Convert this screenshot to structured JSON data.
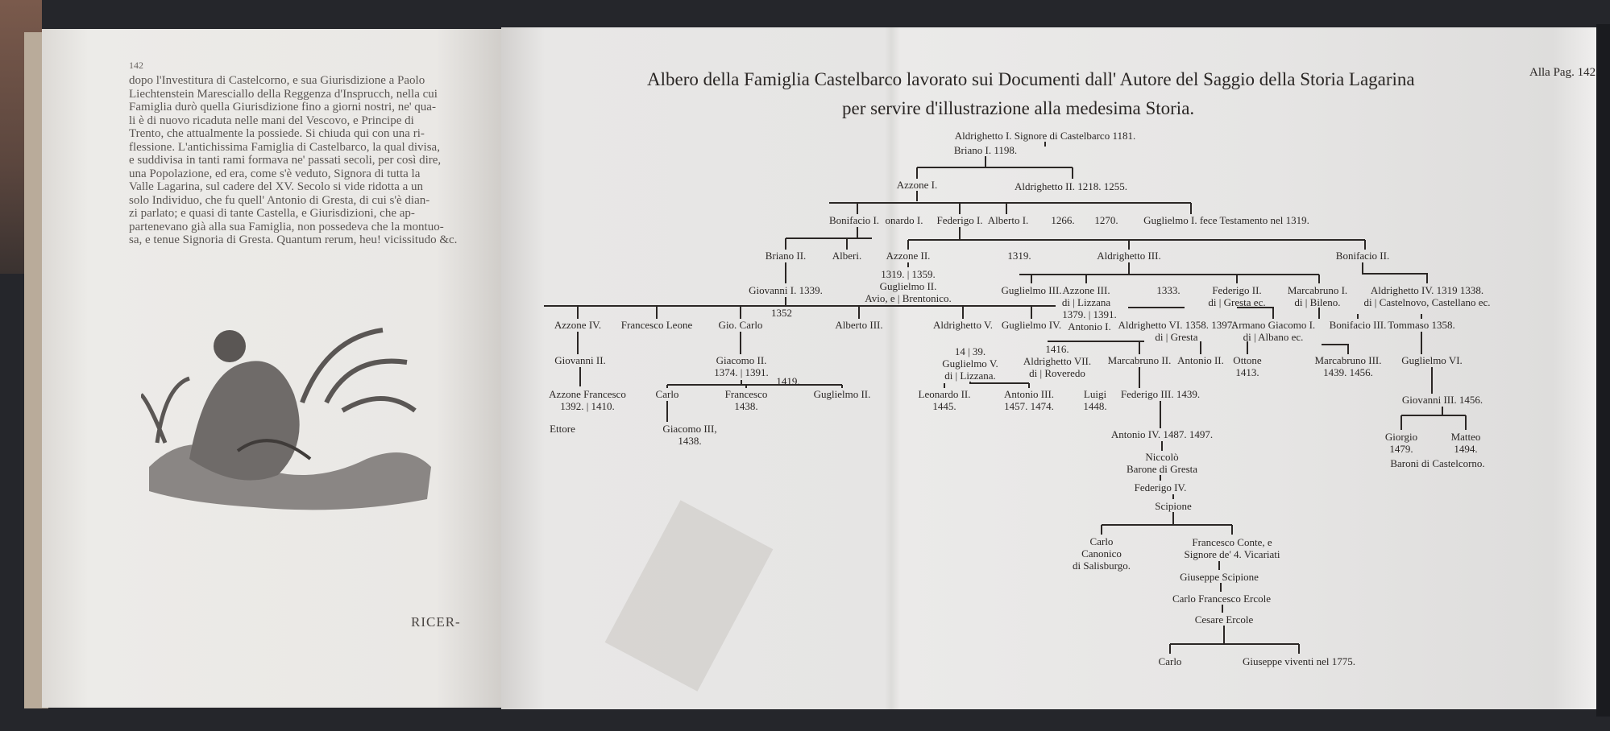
{
  "left_page": {
    "page_number": "142",
    "lines": [
      "dopo l'Investitura di Castelcorno, e sua Giurisdizione a Paolo",
      "Liechtenstein Maresciallo della Reggenza d'Insprucch, nella cui",
      "Famiglia durò quella Giurisdizione fino a giorni nostri, ne' qua-",
      "li è di nuovo ricaduta nelle mani del Vescovo, e Principe di",
      "Trento, che attualmente la possiede. Si chiuda qui con una ri-",
      "flessione. L'antichissima Famiglia di Castelbarco, la qual divisa,",
      "e suddivisa in tanti rami formava ne' passati secoli, per così dire,",
      "una Popolazione, ed era, come s'è veduto, Signora di tutta la",
      "Valle Lagarina, sul cadere del XV. Secolo si vide ridotta a un",
      "solo Individuo, che fu quell' Antonio di Gresta, di cui s'è dian-",
      "zi parlato; e quasi di tante Castella, e Giurisdizioni, che ap-",
      "partenevano già alla sua Famiglia, non possedeva che la montuo-",
      "sa, e tenue Signoria di Gresta. Quantum rerum, heu! vicissitudo &c."
    ],
    "catchword": "RICER-"
  },
  "right_page": {
    "title_line1": "Albero della Famiglia Castelbarco lavorato sui Documenti dall' Autore del Saggio della Storia Lagarina",
    "title_line2": "per servire d'illustrazione alla medesima Storia.",
    "page_ref": "Alla Pag. 142"
  },
  "tree": {
    "nodes": [
      "Aldrighetto I. Signore di Castelbarco 1181.",
      "Briano I. 1198.",
      "Azzone I.",
      "Aldrighetto II. 1218. 1255.",
      "Bonifacio I.",
      "onardo I.",
      "Federigo I.",
      "Alberto I.",
      "1266.",
      "1270.",
      "Guglielmo I. fece Testamento nel 1319.",
      "Briano II.",
      "Alberi.",
      "Azzone II.",
      "1319.",
      "Aldrighetto III.",
      "Bonifacio II.",
      "Giovanni I. 1339.",
      "1319. | 1359.\nGuglielmo II.\nAvio, e | Brentonico.",
      "Guglielmo III.",
      "Azzone III.\ndi | Lizzana",
      "1333.",
      "Federigo II.\ndi | Gresta ec.",
      "Marcabruno I.\ndi | Bileno.",
      "Aldrighetto IV. 1319 1338.\ndi | Castelnovo, Castellano ec.",
      "Azzone IV.",
      "Francesco Leone",
      "Gio. Carlo",
      "1352",
      "Alberto III.",
      "Aldrighetto V.",
      "Guglielmo IV.",
      "1379. | 1391.\nAntonio I.",
      "Aldrighetto VI. 1358. 1397.\ndi | Gresta",
      "Armano Giacomo I.\ndi | Albano ec.",
      "Bonifacio III.",
      "Tommaso 1358.",
      "Giovanni II.",
      "Giacomo II.\n1374. | 1391.",
      "14 | 39.\nGuglielmo V.\ndi | Lizzana.",
      "1416.\nAldrighetto VII.\ndi | Roveredo",
      "Marcabruno II.",
      "Antonio II.",
      "Ottone\n1413.",
      "Marcabruno III.\n1439. 1456.",
      "Guglielmo VI.",
      "Azzone Francesco\n1392. | 1410.",
      "Carlo",
      "Francesco\n1438.",
      "1419.",
      "Guglielmo II.",
      "Leonardo II.\n1445.",
      "Antonio III.\n1457. 1474.",
      "Luigi\n1448.",
      "Federigo III. 1439.",
      "Giovanni III. 1456.",
      "Ettore",
      "Giacomo III,\n1438.",
      "Antonio IV. 1487. 1497.",
      "Giorgio\n1479.",
      "Matteo\n1494.",
      "Baroni di Castelcorno.",
      "Niccolò\nBarone di Gresta",
      "Federigo IV.",
      "Scipione",
      "Carlo\nCanonico\ndi Salisburgo.",
      "Francesco Conte, e\nSignore de' 4. Vicariati",
      "Giuseppe Scipione",
      "Carlo Francesco Ercole",
      "Cesare Ercole",
      "Carlo",
      "Giuseppe viventi nel 1775."
    ]
  }
}
